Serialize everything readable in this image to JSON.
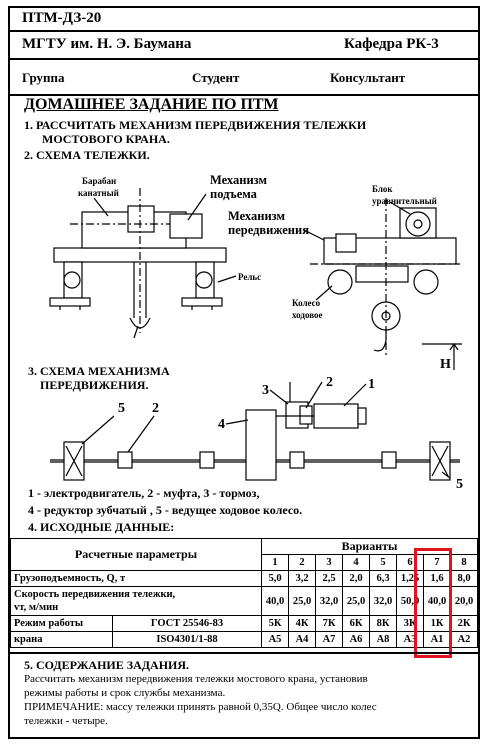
{
  "header": {
    "code": "ПТМ-ДЗ-20",
    "university": "МГТУ им. Н. Э. Баумана",
    "department": "Кафедра РК-3",
    "group_label": "Группа",
    "student_label": "Студент",
    "consultant_label": "Консультант"
  },
  "title": "ДОМАШНЕЕ ЗАДАНИЕ ПО ПТМ",
  "sections": {
    "s1_line1": "1. РАССЧИТАТЬ  МЕХАНИЗМ  ПЕРЕДВИЖЕНИЯ ТЕЛЕЖКИ",
    "s1_line2": "МОСТОВОГО  КРАНА.",
    "s2": "2. СХЕМА ТЕЛЕЖКИ.",
    "s3_line1": "3. СХЕМА МЕХАНИЗМА",
    "s3_line2": "ПЕРЕДВИЖЕНИЯ.",
    "s4": "4. ИСХОДНЫЕ ДАННЫЕ:"
  },
  "trolley_labels": {
    "drum_1": "Барабан",
    "drum_2": "канатный",
    "lift_1": "Механизм",
    "lift_2": "подъема",
    "travel_1": "Механизм",
    "travel_2": "передвижения",
    "block_1": "Блок",
    "block_2": "уравнительный",
    "rail": "Рельс",
    "wheel_1": "Колесо",
    "wheel_2": "ходовое",
    "height": "H"
  },
  "mechanism_numbers": {
    "n1": "1",
    "n2": "2",
    "n3": "3",
    "n4": "4",
    "n5": "5",
    "n2b": "2",
    "n5b": "5"
  },
  "legend": {
    "line1": "1 - электродвигатель, 2 - муфта,  3 - тормоз,",
    "line2": "4 - редуктор зубчатый  , 5 - ведущее ходовое колесо."
  },
  "table": {
    "params_header": "Расчетные параметры",
    "variants_header": "Варианты",
    "variants": [
      "1",
      "2",
      "3",
      "4",
      "5",
      "6",
      "7",
      "8"
    ],
    "capacity_label": "Грузоподъемность, Q, т",
    "capacity": [
      "5,0",
      "3,2",
      "2,5",
      "2,0",
      "6,3",
      "1,25",
      "1,6",
      "8,0"
    ],
    "speed_label_1": "Скорость передвижения тележки,",
    "speed_label_2": "vт, м/мин",
    "speed": [
      "40,0",
      "25,0",
      "32,0",
      "25,0",
      "32,0",
      "50,0",
      "40,0",
      "20,0"
    ],
    "mode_label_1": "Режим работы",
    "mode_label_2": "крана",
    "gost": "ГОСТ 25546-83",
    "iso": "ISO4301/1-88",
    "gost_values": [
      "5К",
      "4К",
      "7К",
      "6К",
      "8К",
      "3К",
      "1К",
      "2К"
    ],
    "iso_values": [
      "А5",
      "А4",
      "А7",
      "А6",
      "А8",
      "А3",
      "А1",
      "А2"
    ],
    "highlight_variant": "7",
    "highlight_color": "#e0141e"
  },
  "content": {
    "title": "5. СОДЕРЖАНИЕ ЗАДАНИЯ.",
    "line1": "Рассчитать механизм передвижения тележки мостового крана, установив",
    "line2": "режимы работы и срок службы механизма.",
    "note1": "ПРИМЕЧАНИЕ:  массу тележки принять равной 0,35Q. Общее число колес",
    "note2": "тележки - четыре."
  }
}
